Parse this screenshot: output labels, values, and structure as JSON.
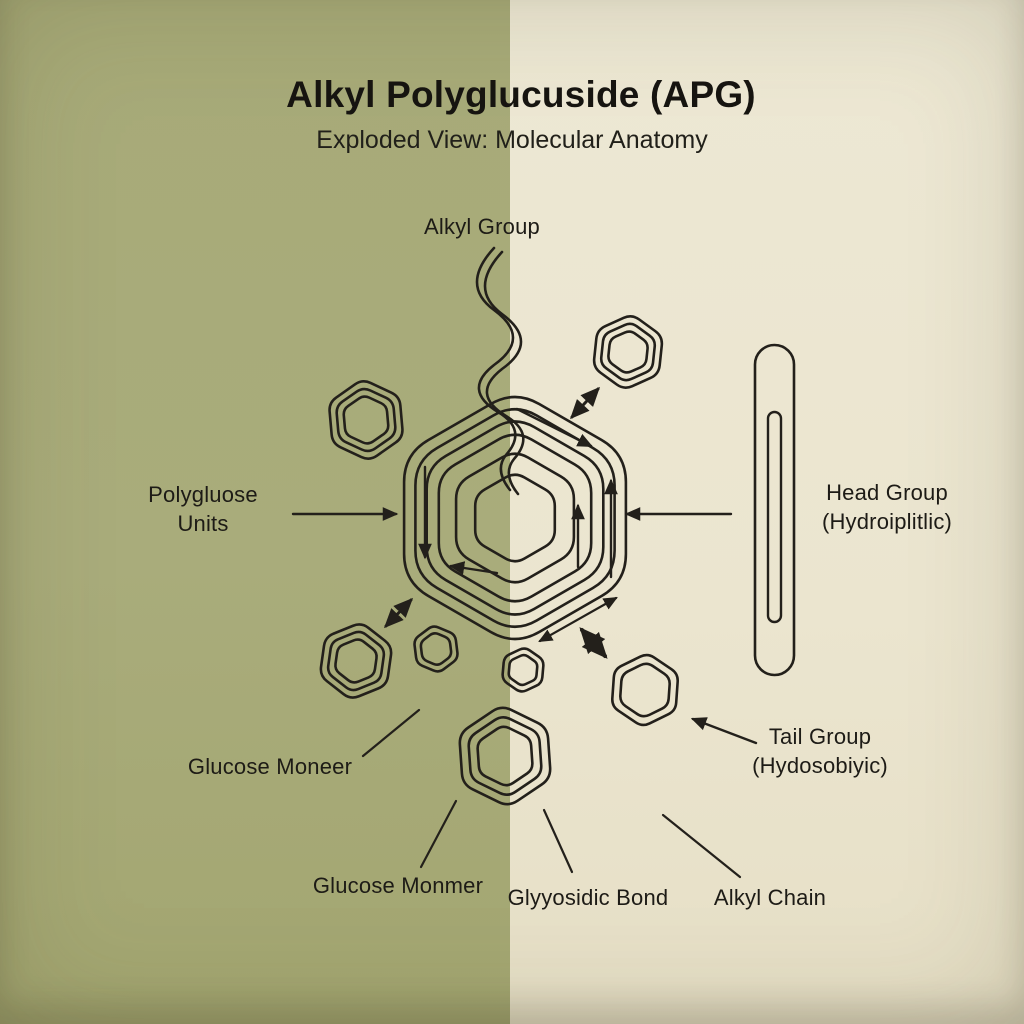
{
  "title": "Alkyl Polyglucuside (APG)",
  "subtitle": "Exploded View: Molecular Anatomy",
  "labels": {
    "alkyl_group": "Alkyl Group",
    "polygluose_units": "Polygluose Units",
    "head_group": "Head Group (Hydroiplitlic)",
    "glucose_moneer": "Glucose Moneer",
    "tail_group": "Tail Group (Hydosobiyic)",
    "glucose_monmer": "Glucose Monmer",
    "glyyosidic_bond": "Glyyosidic Bond",
    "alkyl_chain": "Alkyl Chain"
  },
  "colors": {
    "background_left": "#a8ab79",
    "background_right": "#ece7d2",
    "line": "#23201b",
    "text": "#1d1b16"
  },
  "icons": {
    "central_structure": "nested-hexagon-coil-icon",
    "alkyl_tail": "squiggle-chain-icon",
    "head_capsule": "capsule-icon",
    "satellite": "hexagon-ring-icon"
  }
}
